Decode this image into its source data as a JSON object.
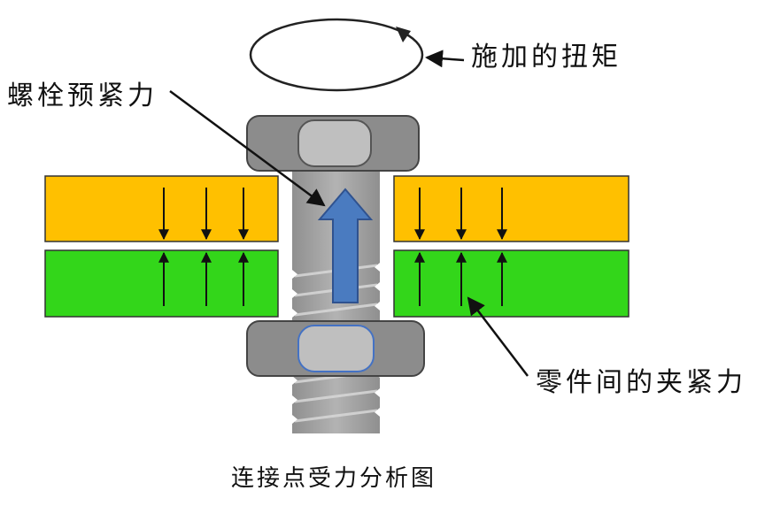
{
  "labels": {
    "applied_torque": "施加的扭矩",
    "bolt_preload": "螺栓预紧力",
    "clamp_force": "零件间的夹紧力",
    "figure_title": "连接点受力分析图"
  },
  "colors": {
    "upper_plate": "#FFC000",
    "lower_plate": "#33D61A",
    "bolt_body": "#A6A6A6",
    "nut_fill": "#8C8C8C",
    "arrow_blue": "#4A7BC0",
    "outline": "#333333"
  }
}
